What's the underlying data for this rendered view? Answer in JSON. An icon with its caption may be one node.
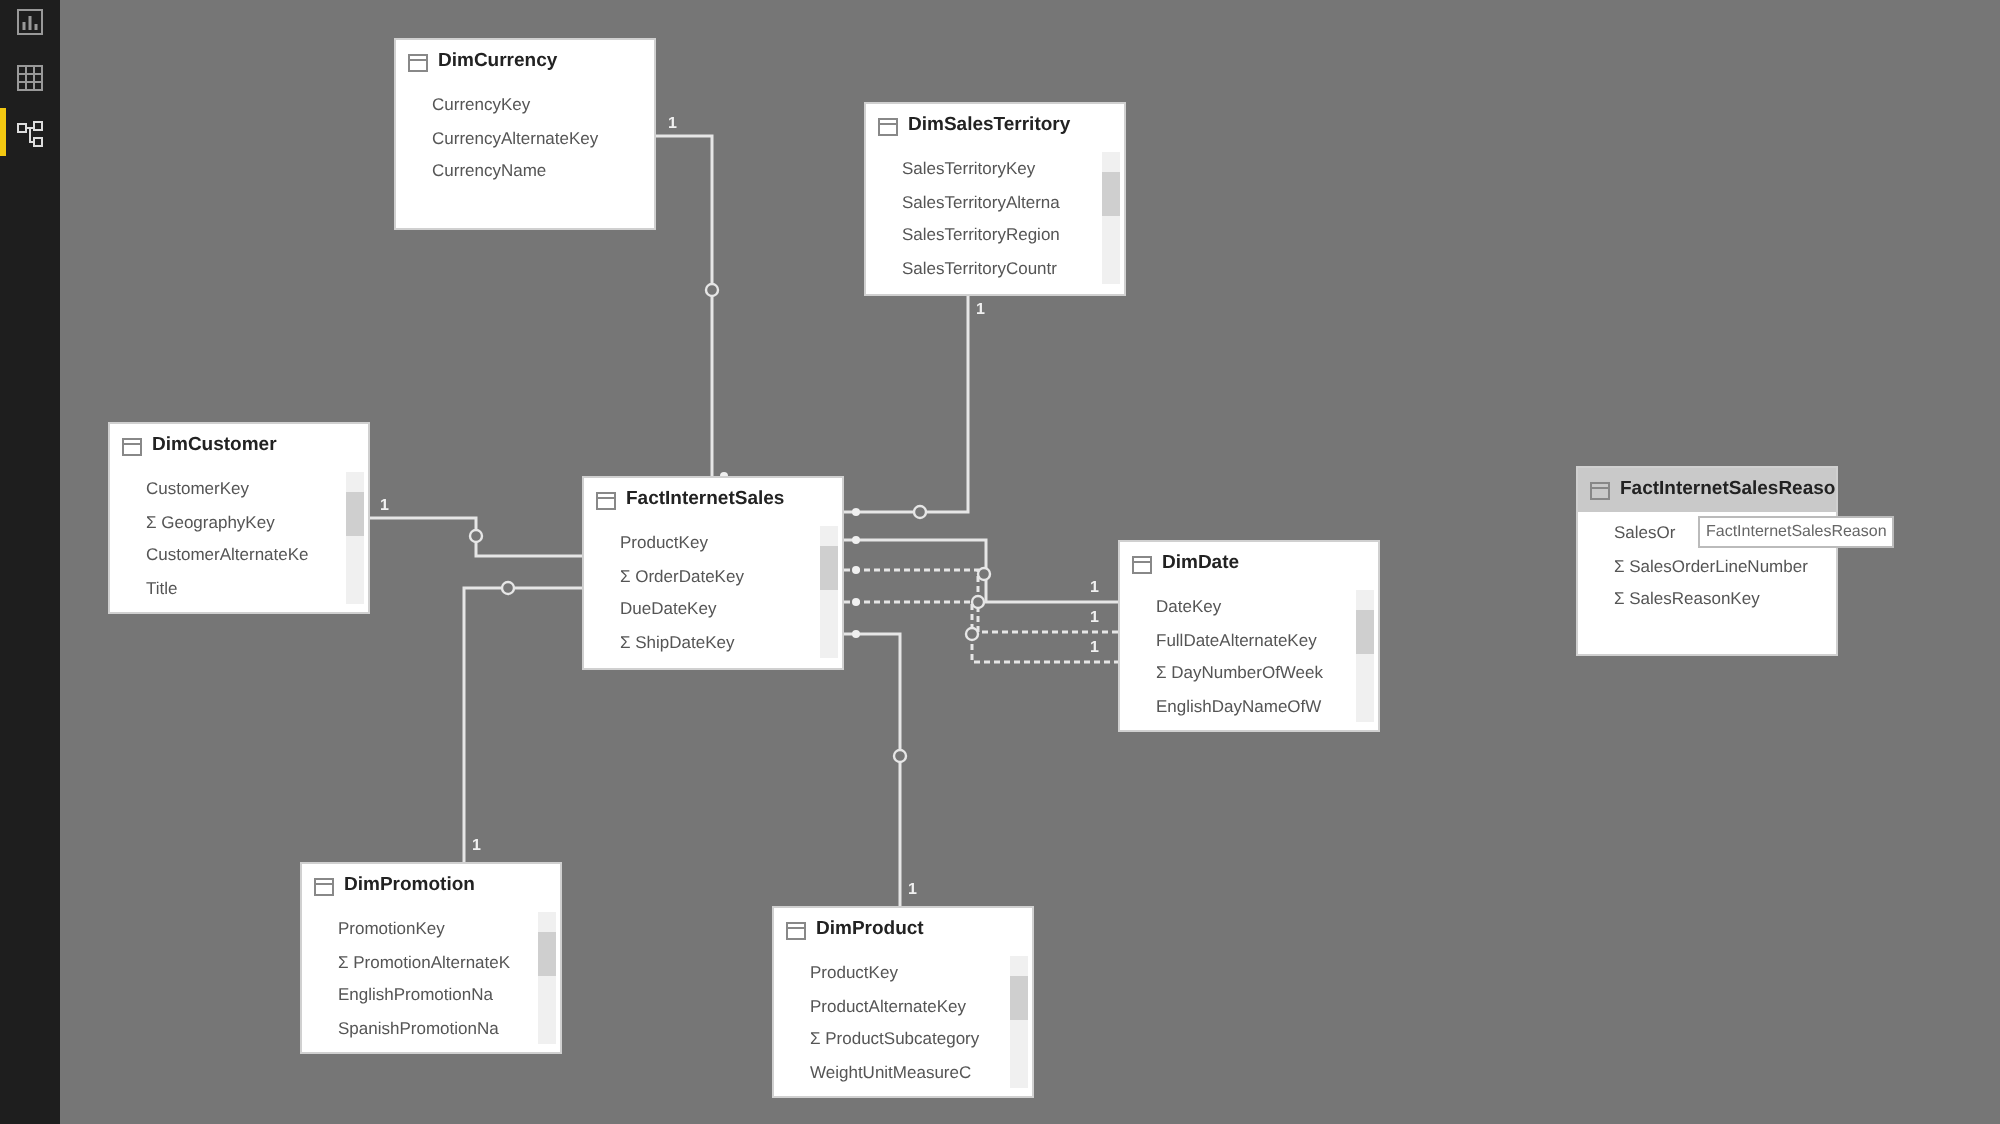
{
  "diagram": {
    "nodes": [
      {
        "text": [
          "DimCurrency",
          "CurrencyKey",
          "CurrencyAlternateKey",
          "CurrencyName"
        ]
      },
      {
        "text": [
          "DimSalesTerritory",
          "SalesTerritoryKey",
          "SalesTerritoryAlterna",
          "SalesTerritoryRegion",
          "SalesTerritoryCountr"
        ]
      },
      {
        "text": [
          "DimCustomer",
          "CustomerKey",
          "Σ GeographyKey",
          "CustomerAlternateKe",
          "Title"
        ]
      },
      {
        "text": [
          "FactInternetSales",
          "ProductKey",
          "Σ OrderDateKey",
          "DueDateKey",
          "Σ ShipDateKey"
        ]
      },
      {
        "text": [
          "DimDate",
          "DateKey",
          "FullDateAlternateKey",
          "Σ DayNumberOfWeek",
          "EnglishDayNameOfW"
        ]
      },
      {
        "text": [
          "FactInternetSalesReaso",
          "SalesOr",
          "Σ SalesOrderLineNumber",
          "Σ SalesReasonKey"
        ]
      },
      {
        "text": [
          "DimPromotion",
          "PromotionKey",
          "Σ PromotionAlternateK",
          "EnglishPromotionNa",
          "SpanishPromotionNa"
        ]
      },
      {
        "text": [
          "DimProduct",
          "ProductKey",
          "ProductAlternateKey",
          "Σ ProductSubcategory",
          "WeightUnitMeasureC"
        ]
      }
    ],
    "edges": [
      {
        "from": 3,
        "to": 0,
        "arrow": "other"
      },
      {
        "from": 3,
        "to": 1,
        "arrow": "other"
      },
      {
        "from": 3,
        "to": 2,
        "arrow": "other"
      },
      {
        "from": 3,
        "to": 6,
        "arrow": "other"
      },
      {
        "from": 3,
        "to": 4,
        "arrow": "other"
      },
      {
        "from": 3,
        "to": 4,
        "arrow": "other",
        "style": "dashed"
      },
      {
        "from": 3,
        "to": 4,
        "arrow": "other",
        "style": "dashed"
      },
      {
        "from": 3,
        "to": 7,
        "arrow": "other"
      }
    ],
    "labels": [
      "1",
      "1",
      "1",
      "FactInternetSalesReason",
      "1",
      "1",
      "1",
      "1",
      "1"
    ]
  }
}
